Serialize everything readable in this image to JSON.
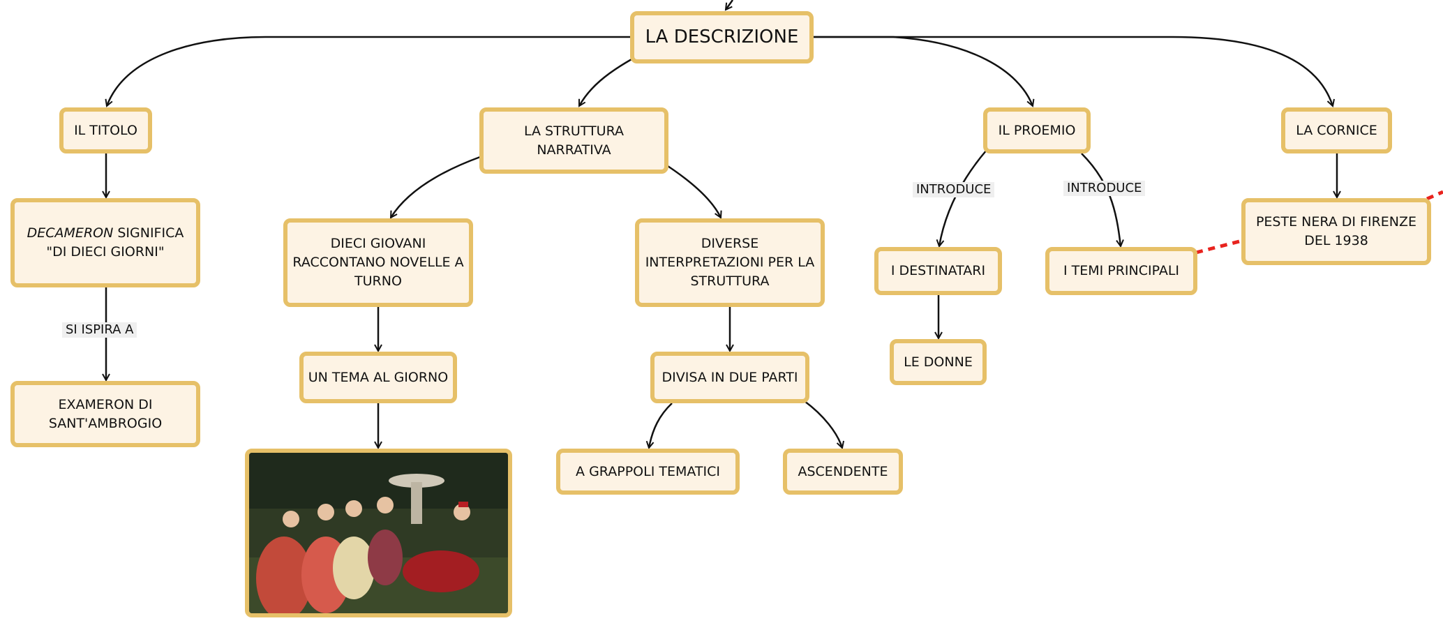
{
  "nodes": {
    "root": "LA DESCRIZIONE",
    "titolo": "IL TITOLO",
    "decameron_italic": "DECAMERON",
    "decameron_rest": " SIGNIFICA \"DI DIECI GIORNI\"",
    "examerone": "EXAMERON DI SANT'AMBROGIO",
    "struttura": "LA STRUTTURA NARRATIVA",
    "dieci_giovani": "DIECI GIOVANI RACCONTANO NOVELLE A TURNO",
    "tema": "UN TEMA AL GIORNO",
    "interpretazioni": "DIVERSE INTERPRETAZIONI PER LA STRUTTURA",
    "divisa": "DIVISA IN DUE PARTI",
    "grappoli": "A GRAPPOLI TEMATICI",
    "ascendente": "ASCENDENTE",
    "proemio": "IL PROEMIO",
    "destinatari": "I DESTINATARI",
    "donne": "LE DONNE",
    "temi": "I TEMI PRINCIPALI",
    "cornice": "LA CORNICE",
    "peste": "PESTE NERA DI FIRENZE DEL 1938"
  },
  "edge_labels": {
    "si_ispira": "SI ISPIRA A",
    "introduce_1": "INTRODUCE",
    "introduce_2": "INTRODUCE"
  },
  "colors": {
    "node_fill": "#fdf3e4",
    "node_border": "#e6c068",
    "edge": "#111111",
    "dashed_link": "#e8231e"
  }
}
